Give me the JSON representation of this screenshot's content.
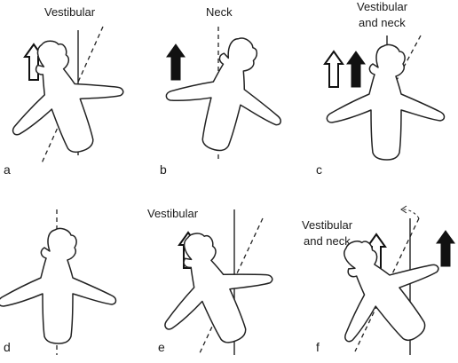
{
  "figure": {
    "panels": [
      {
        "id": "a",
        "letter": "a",
        "title": [
          "Vestibular"
        ],
        "arrows": [
          "open"
        ]
      },
      {
        "id": "b",
        "letter": "b",
        "title": [
          "Neck"
        ],
        "arrows": [
          "filled"
        ]
      },
      {
        "id": "c",
        "letter": "c",
        "title": [
          "Vestibular",
          "and neck"
        ],
        "arrows": [
          "open",
          "filled"
        ]
      },
      {
        "id": "d",
        "letter": "d",
        "title": [],
        "arrows": []
      },
      {
        "id": "e",
        "letter": "e",
        "title": [
          "Vestibular"
        ],
        "arrows": [
          "open"
        ]
      },
      {
        "id": "f",
        "letter": "f",
        "title": [
          "Vestibular",
          "and neck"
        ],
        "arrows": [
          "open",
          "filled"
        ]
      }
    ],
    "colors": {
      "ink": "#222222",
      "paper": "#ffffff"
    }
  }
}
